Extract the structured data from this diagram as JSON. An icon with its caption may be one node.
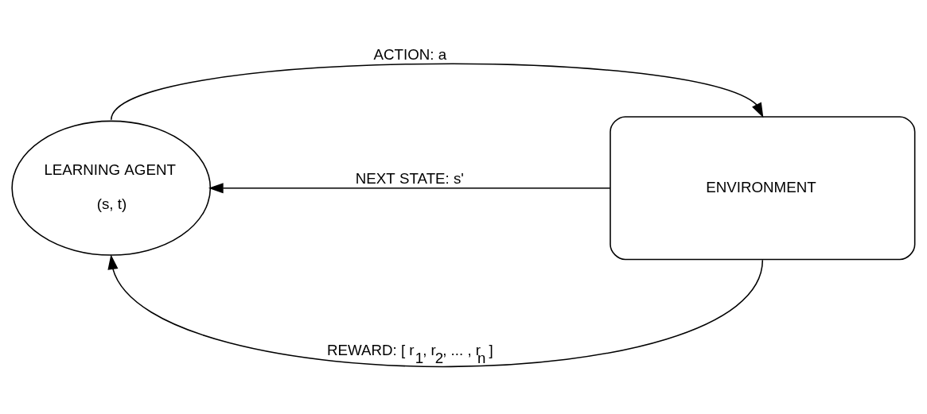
{
  "diagram": {
    "nodes": [
      {
        "text": [
          "LEARNING AGENT",
          "(s, t)"
        ]
      },
      {
        "text": [
          "ENVIRONMENT"
        ]
      }
    ],
    "edges": [
      {
        "from": 0,
        "to": 1,
        "arrow": "to",
        "label": "ACTION: a"
      },
      {
        "from": 1,
        "to": 0,
        "arrow": "to",
        "label": "NEXT STATE: s'"
      },
      {
        "from": 1,
        "to": 0,
        "arrow": "to",
        "label": "REWARD: [ r$_{1}$, r$_{2}$, ... , r$_{n}$ ]"
      }
    ]
  }
}
